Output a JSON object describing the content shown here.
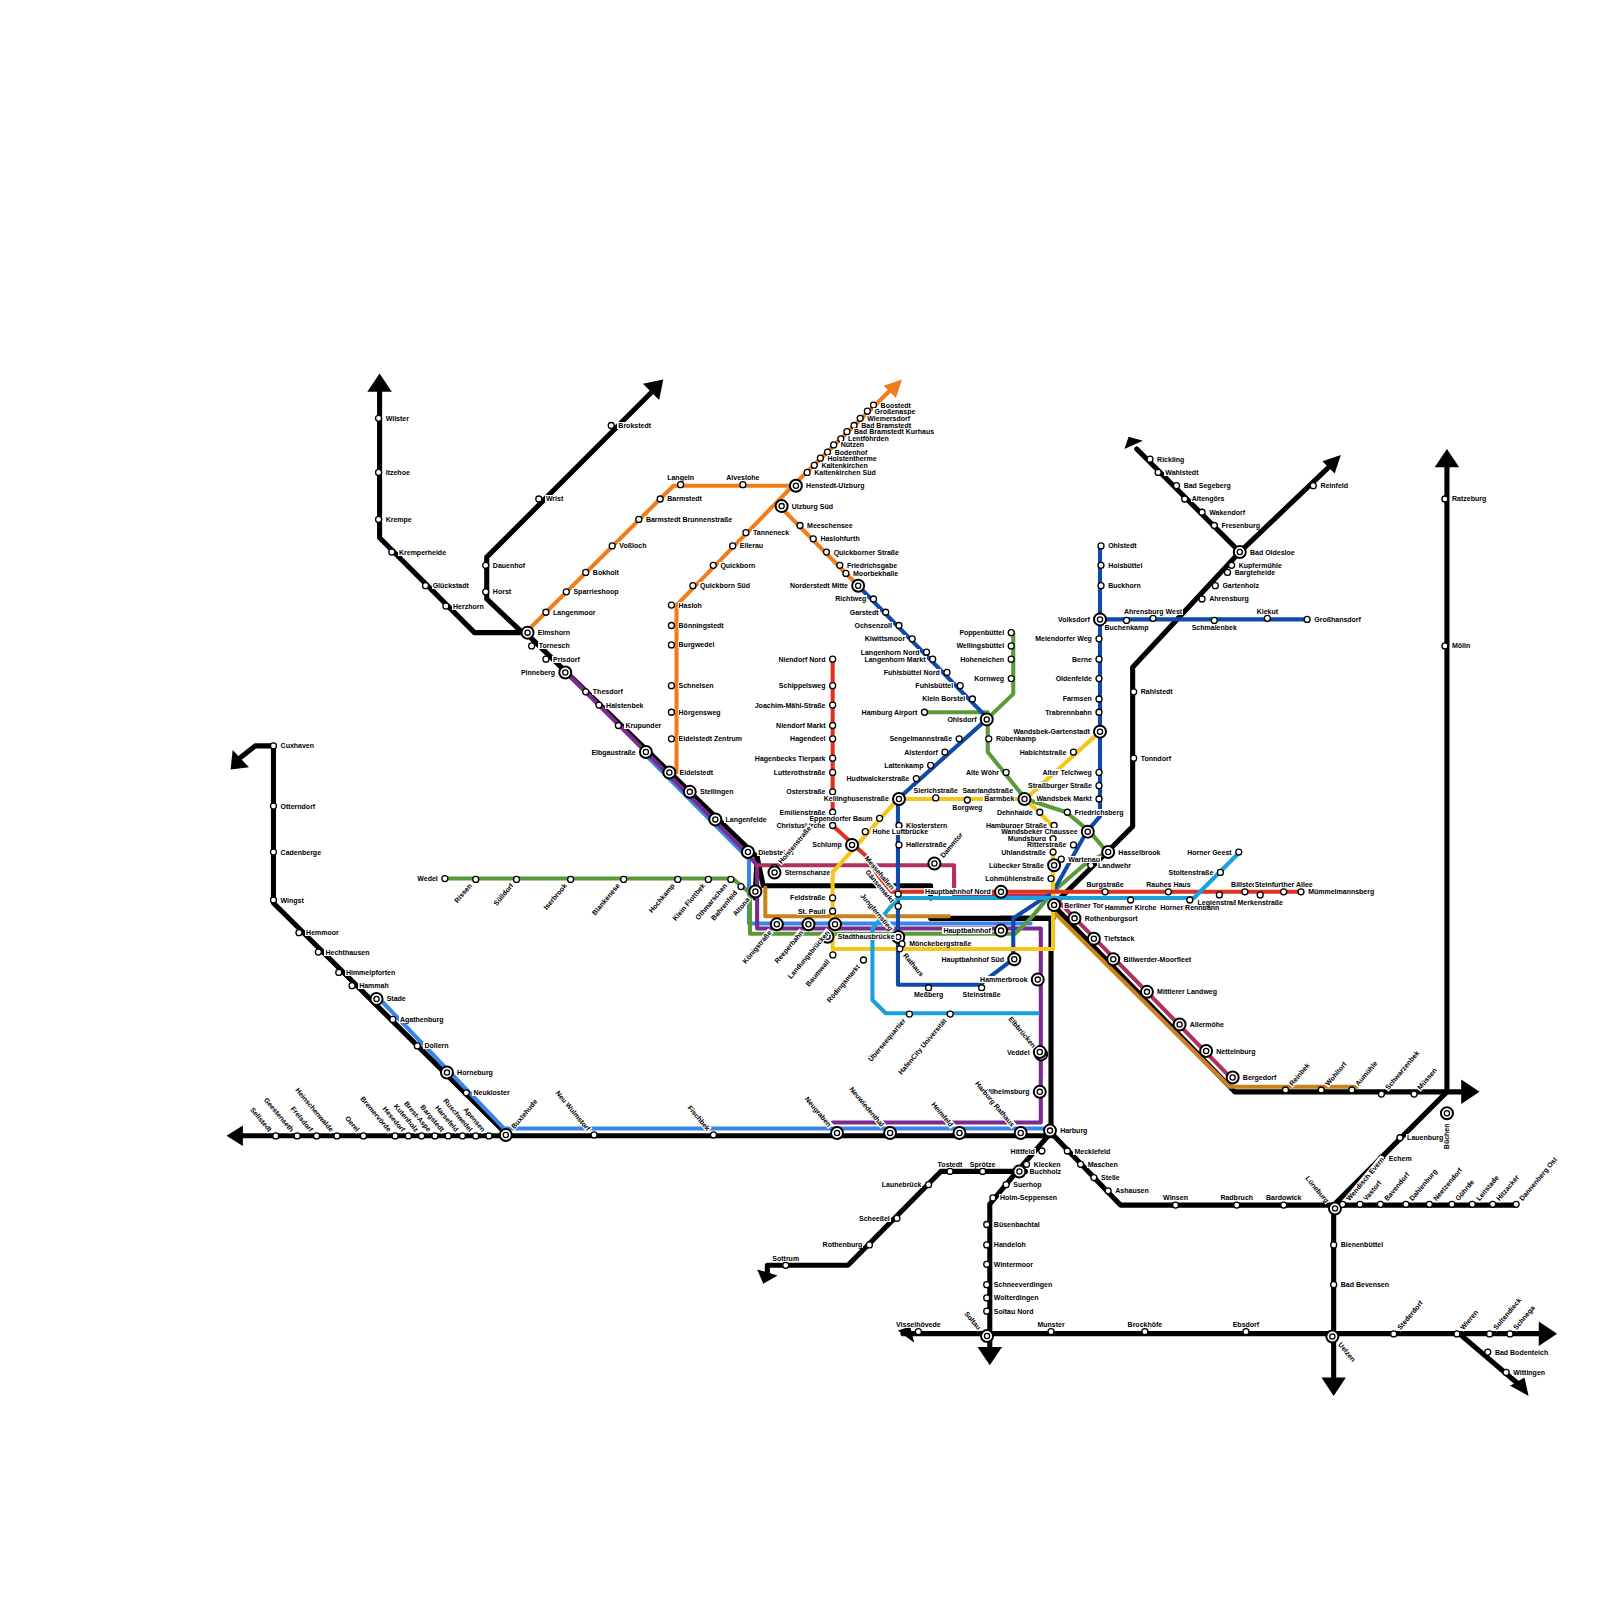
{
  "diagram": {
    "labels": [
      "Wilster",
      "Itzehoe",
      "Krempe",
      "Kremperheide",
      "Glückstadt",
      "Herzhorn",
      "Brokstedt",
      "Wrist",
      "Dauenhof",
      "Horst",
      "Elmshorn",
      "Tornesch",
      "Prisdorf",
      "Pinneberg",
      "Thesdorf",
      "Halstenbek",
      "Krupunder",
      "Elbgaustraße",
      "Eidelstedt",
      "Stellingen",
      "Langenfelde",
      "Diebsteich",
      "Langeln",
      "Alveslohe",
      "Henstedt-Ulzburg",
      "Ulzburg Süd",
      "Barmstedt",
      "Barmstedt Brunnenstraße",
      "Voßloch",
      "Bokholt",
      "Sparrieshoop",
      "Langenmoor",
      "Tanneneck",
      "Ellerau",
      "Quickborn",
      "Quickborn Süd",
      "Hasloh",
      "Bönningstedt",
      "Burgwedel",
      "Schnelsen",
      "Hörgensweg",
      "Eidelstedt Zentrum",
      "Meeschensee",
      "Haslohfurth",
      "Quickborner Straße",
      "Friedrichsgabe",
      "Moorbekhalle",
      "Norderstedt Mitte",
      "Boostedt",
      "Großenaspe",
      "Wiemersdorf",
      "Bad Bramstedt",
      "Bad Bramstedt Kurhaus",
      "Lentföhrden",
      "Nützen",
      "Bodenhof",
      "Holstentherme",
      "Kaltenkirchen",
      "Kaltenkirchen Süd",
      "Richtweg",
      "Garstedt",
      "Ochsenzoll",
      "Kiwittsmoor",
      "Langenhorn Nord",
      "Langenhorn Markt",
      "Fuhlsbüttel Nord",
      "Fuhlsbüttel",
      "Klein Borstel",
      "Hamburg Airport",
      "Ohlsdorf",
      "Poppenbüttel",
      "Wellingsbüttel",
      "Hoheneichen",
      "Kornweg",
      "Rübenkamp",
      "Sengelmannstraße",
      "Alsterdorf",
      "Lattenkamp",
      "Hudtwalckerstraße",
      "Kellinghusenstraße",
      "Alte Wöhr",
      "Sierichstraße",
      "Borgweg",
      "Saarlandstraße",
      "Barmbek",
      "Habichtstraße",
      "Wandsbek-Gartenstadt",
      "Alter Teichweg",
      "Straßburger Straße",
      "Wandsbek Markt",
      "Dehnhaide",
      "Friedrichsberg",
      "Hamburger Straße",
      "Wandsbeker Chaussee",
      "Mundsburg",
      "Ritterstraße",
      "Uhlandstraße",
      "Wartenau",
      "Lübecker Straße",
      "Landwehr",
      "Hasselbrook",
      "Ohlstedt",
      "Hoisbüttel",
      "Buckhorn",
      "Volksdorf",
      "Meiendorfer Weg",
      "Berne",
      "Oldenfelde",
      "Farmsen",
      "Trabrennbahn",
      "Buchenkamp",
      "Ahrensburg West",
      "Schmalenbek",
      "Kiekut",
      "Großhansdorf",
      "Rahlstedt",
      "Tonndorf",
      "Rickling",
      "Wahlstedt",
      "Bad Segeberg",
      "Altengörs",
      "Wakendorf",
      "Fresenburg",
      "Bad Oldesloe",
      "Reinfeld",
      "Kupfermühle",
      "Bargteheide",
      "Gartenholz",
      "Ahrensburg",
      "Niendorf Nord",
      "Schippelsweg",
      "Joachim-Mähl-Straße",
      "Niendorf Markt",
      "Hagendeel",
      "Hagenbecks Tierpark",
      "Lutterothstraße",
      "Osterstraße",
      "Emilienstraße",
      "Christuskirche",
      "Eppendorfer Baum",
      "Hohe Luftbrücke",
      "Schlump",
      "Holstenstraße",
      "Sternschanze",
      "Dammtor",
      "Feldstraße",
      "St. Pauli",
      "Messehallen",
      "Gänsemarkt",
      "Jungfernstieg",
      "Hauptbahnhof Nord",
      "Lohmühlenstraße",
      "Berliner Tor",
      "Hauptbahnhof",
      "Mönckebergstraße",
      "Hauptbahnhof Süd",
      "Stadthausbrücke",
      "Baumwall",
      "Rödingsmarkt",
      "Rathaus",
      "Meßberg",
      "Steinstraße",
      "Hammerbrook",
      "Überseequartier",
      "HafenCity Universität",
      "Landungsbrücken",
      "Reeperbahn",
      "Königstraße",
      "Altona",
      "Bahrenfeld",
      "Othmarschen",
      "Klein Flottbek",
      "Hochkamp",
      "Blankenese",
      "Iserbrook",
      "Sülldorf",
      "Rissen",
      "Wedel",
      "Burgstraße",
      "Hammer Kirche",
      "Rauhes Haus",
      "Horner Rennbahn",
      "Horner Geest",
      "Stoltenstraße",
      "Legienstraße",
      "Billstedt",
      "Merkenstraße",
      "Steinfurther Allee",
      "Mümmelmannsberg",
      "Rothenburgsort",
      "Tiefstack",
      "Billwerder-Moorfleet",
      "Mittlerer Landweg",
      "Allermöhe",
      "Nettelnburg",
      "Bergedorf",
      "Reinbek",
      "Wohltorf",
      "Aumühle",
      "Schwarzenbek",
      "Müssen",
      "Büchen",
      "Ratzeburg",
      "Mölln",
      "Lauenburg",
      "Echem",
      "Lüneburg",
      "Wendisch Evern",
      "Vastorf",
      "Bavendorf",
      "Dahlenburg",
      "Neetzendorf",
      "Göhrde",
      "Leitstade",
      "Hitzacker",
      "Dannenberg Ost",
      "Bienenbüttel",
      "Bad Bevensen",
      "Uelzen",
      "Stederdorf",
      "Wieren",
      "Soltendieck",
      "Schnega",
      "Bad Bodenteich",
      "Wittingen",
      "Elbbrücken",
      "Veddel",
      "Wilhelmsburg",
      "Harburg Rathaus",
      "Harburg",
      "Heimfeld",
      "Neuwiedenthal",
      "Neugraben",
      "Fischbek",
      "Neu Wulmstorf",
      "Buxtehude",
      "Apensen",
      "Ruschwedel",
      "Harsefeld",
      "Bargstedt",
      "Brest-Aspe",
      "Kutenholz",
      "Hesedorf",
      "Bremervörde",
      "Oerel",
      "Heinschenwalde",
      "Frelsdorf",
      "Geestenseth",
      "Sellstedt",
      "Stade",
      "Cuxhaven",
      "Otterndorf",
      "Cadenberge",
      "Wingst",
      "Hemmoor",
      "Hechthausen",
      "Himmelpforten",
      "Hammah",
      "Agathenburg",
      "Dollern",
      "Horneburg",
      "Neukloster",
      "Hittfeld",
      "Klecken",
      "Buchholz",
      "Suerhop",
      "Holm-Seppensen",
      "Büsenbachtal",
      "Handeloh",
      "Wintermoor",
      "Schneeverdingen",
      "Wolterdingen",
      "Soltau Nord",
      "Soltau",
      "Tostedt",
      "Sprötze",
      "Launebrück",
      "Scheeßel",
      "Rothenburg",
      "Sottrum",
      "Visselhövede",
      "Munster",
      "Brockhöfe",
      "Ebsdorf",
      "Mecklefeld",
      "Maschen",
      "Stelle",
      "Ashausen",
      "Winsen",
      "Radbruch",
      "Bardowick",
      "Klosterstern",
      "Hallerstraße"
    ]
  }
}
